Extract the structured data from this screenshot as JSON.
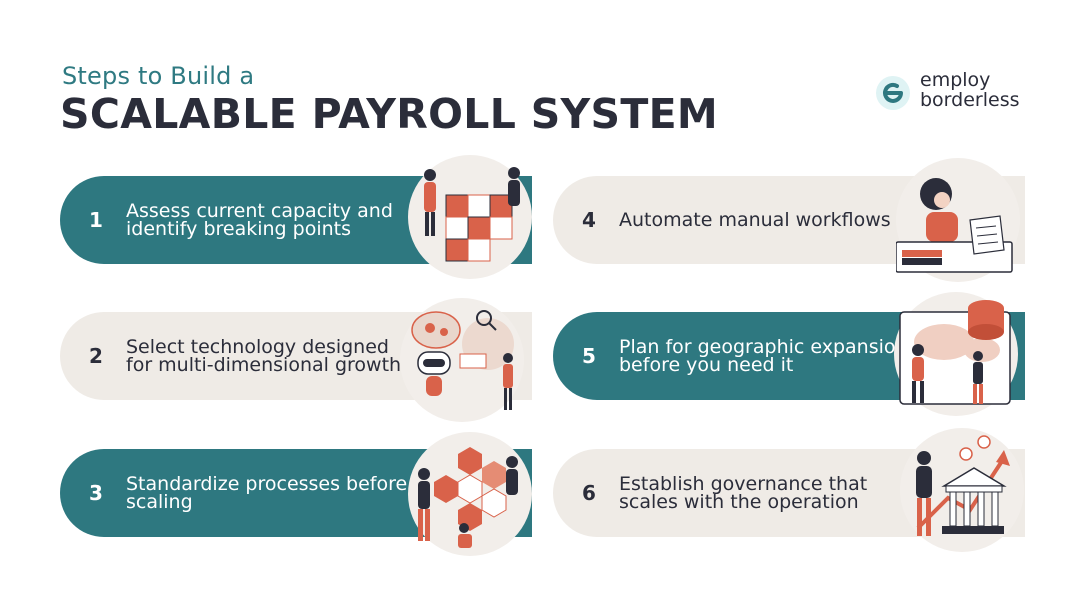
{
  "header": {
    "subtitle": "Steps to Build a",
    "title": "SCALABLE PAYROLL SYSTEM"
  },
  "logo": {
    "line1": "employ",
    "line2": "borderless",
    "icon": "employ-borderless-logo-icon"
  },
  "steps": [
    {
      "number": "1",
      "text": "Assess current capacity and identify breaking points",
      "icon": "cube-stacking-illustration"
    },
    {
      "number": "2",
      "text": "Select technology designed for multi-dimensional growth",
      "icon": "robot-brain-illustration"
    },
    {
      "number": "3",
      "text": "Standardize processes before scaling",
      "icon": "hexagon-team-illustration"
    },
    {
      "number": "4",
      "text": "Automate manual workflows",
      "icon": "woman-at-desk-illustration"
    },
    {
      "number": "5",
      "text": "Plan for geographic expansion before you need it",
      "icon": "map-presentation-illustration"
    },
    {
      "number": "6",
      "text": "Establish governance that scales with the operation",
      "icon": "governance-building-illustration"
    }
  ],
  "colors": {
    "teal": "#2e7880",
    "light": "#efebe6",
    "dark_text": "#2b2d3a",
    "accent": "#d9624a"
  }
}
